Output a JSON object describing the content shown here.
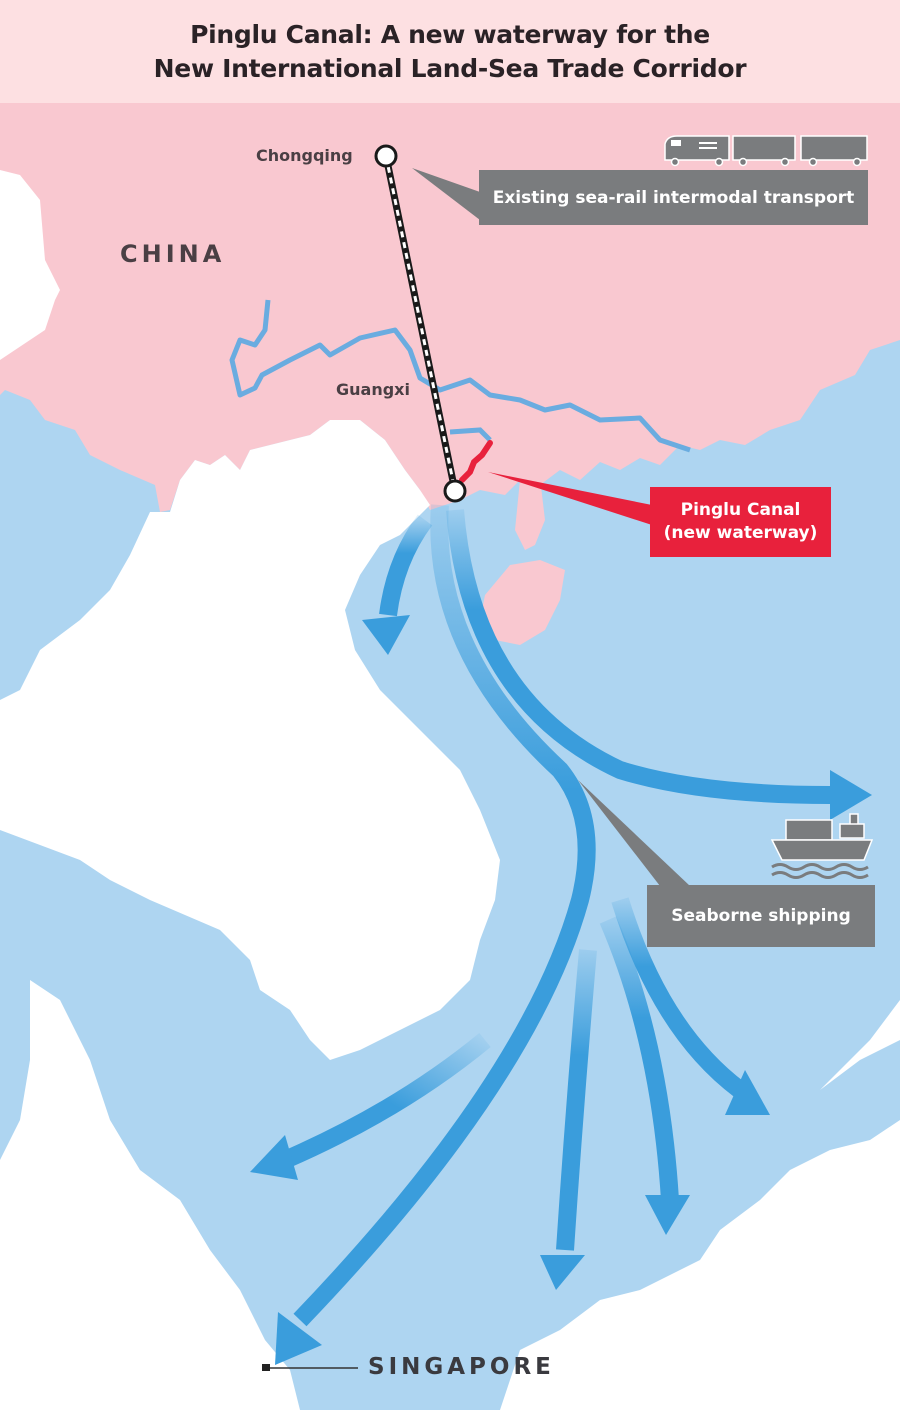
{
  "title": {
    "line1": "Pinglu Canal: A new waterway for the",
    "line2": "New International Land-Sea Trade Corridor"
  },
  "labels": {
    "chongqing": "Chongqing",
    "china": "CHINA",
    "guangxi": "Guangxi",
    "singapore": "SINGAPORE"
  },
  "callouts": {
    "rail": "Existing sea-rail intermodal transport",
    "canal_line1": "Pinglu Canal",
    "canal_line2": "(new waterway)",
    "shipping": "Seaborne shipping"
  },
  "icons": {
    "train": "train-icon",
    "ship": "cargo-ship-icon"
  },
  "colors": {
    "china_land": "#f9c8d0",
    "sea": "#aed5f1",
    "other_land": "#ffffff",
    "route_arrow": "#3a9ddc",
    "river": "#6aace0",
    "canal": "#e8213c",
    "callout_grey": "#7a7c7e",
    "callout_red": "#e8213c"
  }
}
